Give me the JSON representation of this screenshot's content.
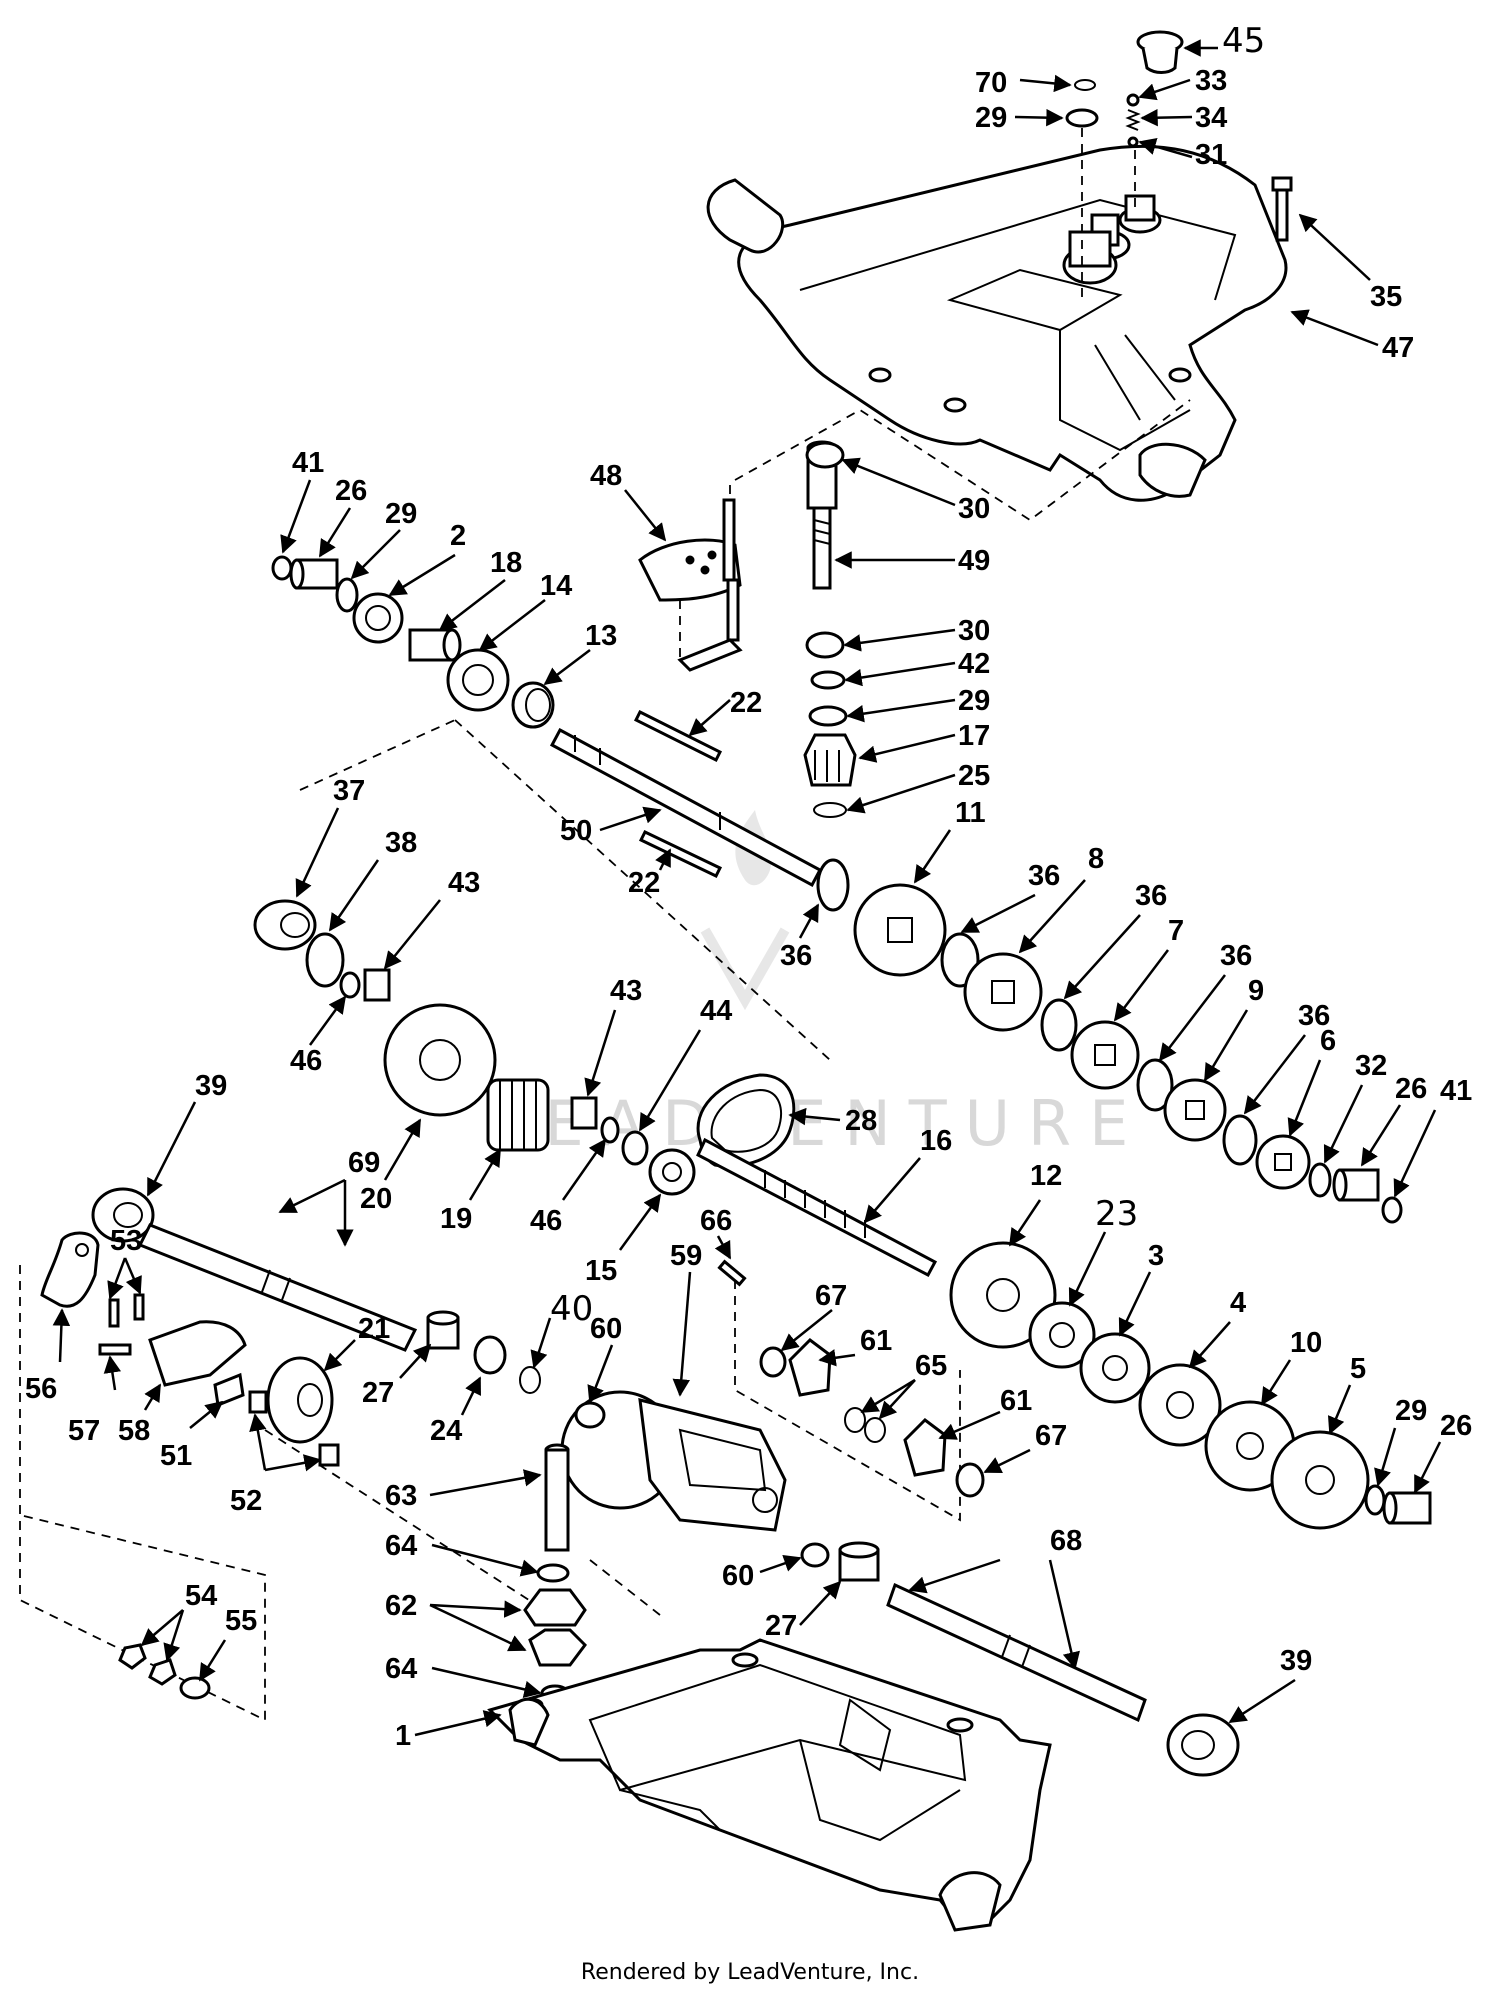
{
  "watermark": "LEADVENTURE",
  "footer": "Rendered by LeadVenture, Inc.",
  "callouts": [
    {
      "label": "45",
      "hand": true
    },
    {
      "label": "70"
    },
    {
      "label": "33"
    },
    {
      "label": "29"
    },
    {
      "label": "34"
    },
    {
      "label": "31"
    },
    {
      "label": "35"
    },
    {
      "label": "47"
    },
    {
      "label": "41"
    },
    {
      "label": "26"
    },
    {
      "label": "29"
    },
    {
      "label": "2"
    },
    {
      "label": "18"
    },
    {
      "label": "14"
    },
    {
      "label": "13"
    },
    {
      "label": "48"
    },
    {
      "label": "30"
    },
    {
      "label": "49"
    },
    {
      "label": "30"
    },
    {
      "label": "42"
    },
    {
      "label": "29"
    },
    {
      "label": "17"
    },
    {
      "label": "25"
    },
    {
      "label": "22"
    },
    {
      "label": "22"
    },
    {
      "label": "50"
    },
    {
      "label": "37"
    },
    {
      "label": "38"
    },
    {
      "label": "43"
    },
    {
      "label": "46"
    },
    {
      "label": "36"
    },
    {
      "label": "11"
    },
    {
      "label": "36"
    },
    {
      "label": "8"
    },
    {
      "label": "36"
    },
    {
      "label": "7"
    },
    {
      "label": "36"
    },
    {
      "label": "9"
    },
    {
      "label": "36"
    },
    {
      "label": "6"
    },
    {
      "label": "32"
    },
    {
      "label": "26"
    },
    {
      "label": "41"
    },
    {
      "label": "20"
    },
    {
      "label": "19"
    },
    {
      "label": "43"
    },
    {
      "label": "44"
    },
    {
      "label": "28"
    },
    {
      "label": "46"
    },
    {
      "label": "15"
    },
    {
      "label": "16"
    },
    {
      "label": "39"
    },
    {
      "label": "69"
    },
    {
      "label": "53"
    },
    {
      "label": "56"
    },
    {
      "label": "57"
    },
    {
      "label": "58"
    },
    {
      "label": "51"
    },
    {
      "label": "52"
    },
    {
      "label": "21"
    },
    {
      "label": "27"
    },
    {
      "label": "24"
    },
    {
      "label": "40",
      "hand": true
    },
    {
      "label": "66"
    },
    {
      "label": "59"
    },
    {
      "label": "60"
    },
    {
      "label": "67"
    },
    {
      "label": "61"
    },
    {
      "label": "65"
    },
    {
      "label": "61"
    },
    {
      "label": "67"
    },
    {
      "label": "12"
    },
    {
      "label": "23",
      "hand": true
    },
    {
      "label": "3"
    },
    {
      "label": "4"
    },
    {
      "label": "10"
    },
    {
      "label": "5"
    },
    {
      "label": "29"
    },
    {
      "label": "26"
    },
    {
      "label": "63"
    },
    {
      "label": "64"
    },
    {
      "label": "62"
    },
    {
      "label": "64"
    },
    {
      "label": "60"
    },
    {
      "label": "27"
    },
    {
      "label": "68"
    },
    {
      "label": "39"
    },
    {
      "label": "54"
    },
    {
      "label": "55"
    },
    {
      "label": "1"
    }
  ]
}
